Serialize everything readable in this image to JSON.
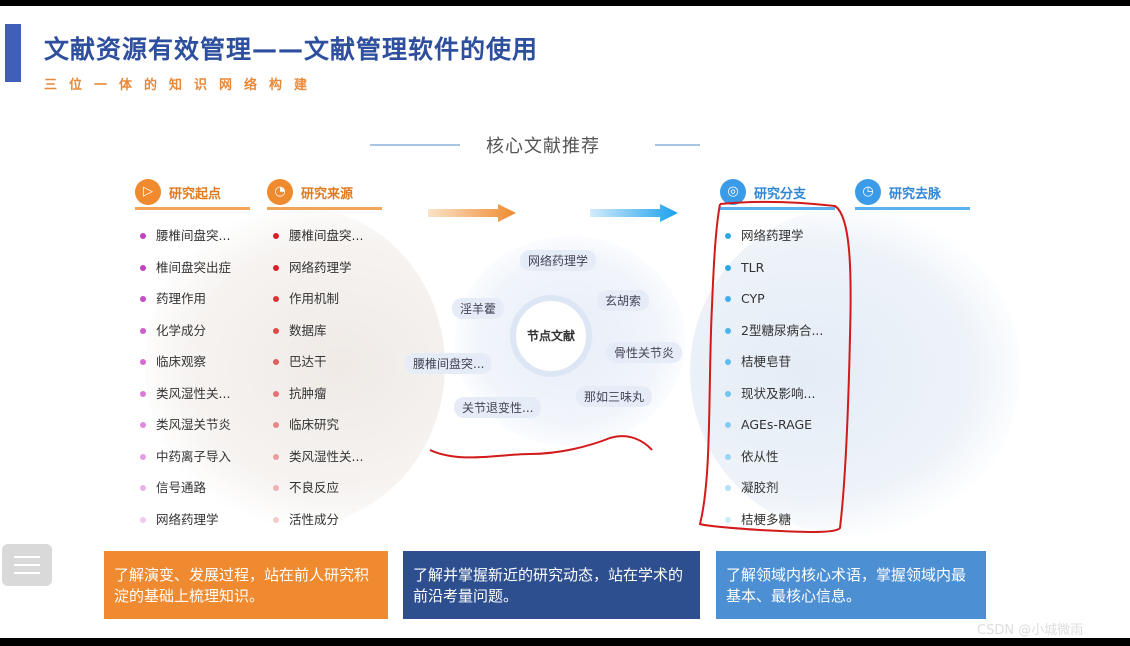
{
  "header": {
    "title": "文献资源有效管理——文献管理软件的使用",
    "subtitle": "三位一体的知识网络构建"
  },
  "section": {
    "title": "核心文献推荐"
  },
  "columns": [
    {
      "title": "研究起点",
      "icon": "play-icon",
      "items": [
        "腰椎间盘突...",
        "椎间盘突出症",
        "药理作用",
        "化学成分",
        "临床观察",
        "类风湿性关...",
        "类风湿关节炎",
        "中药离子导入",
        "信号通路",
        "网络药理学"
      ]
    },
    {
      "title": "研究来源",
      "icon": "pie-chart-icon",
      "items": [
        "腰椎间盘突...",
        "网络药理学",
        "作用机制",
        "数据库",
        "巴达干",
        "抗肿瘤",
        "临床研究",
        "类风湿性关...",
        "不良反应",
        "活性成分"
      ]
    },
    {
      "title": "研究分支",
      "icon": "target-icon",
      "items": [
        "网络药理学",
        "TLR",
        "CYP",
        "2型糖尿病合...",
        "桔梗皂苷",
        "现状及影响...",
        "AGEs-RAGE",
        "依从性",
        "凝胶剂",
        "桔梗多糖"
      ]
    },
    {
      "title": "研究去脉",
      "icon": "clock-icon",
      "items": []
    }
  ],
  "network": {
    "center": "节点文献",
    "tags": [
      "网络药理学",
      "淫羊藿",
      "玄胡索",
      "骨性关节炎",
      "腰椎间盘突...",
      "那如三味丸",
      "关节退变性..."
    ]
  },
  "boxes": [
    "了解演变、发展过程，站在前人研究积淀的基础上梳理知识。",
    "了解并掌握新近的研究动态，站在学术的前沿考量问题。",
    "了解领域内核心术语，掌握领域内最基本、最核心信息。"
  ],
  "colors": {
    "title": "#2e4f9e",
    "orange": "#f08a30",
    "navy": "#2d4e8f",
    "blue": "#4d8fd3",
    "annotation_red": "#d21a1a"
  },
  "watermark": "CSDN @小城微雨"
}
